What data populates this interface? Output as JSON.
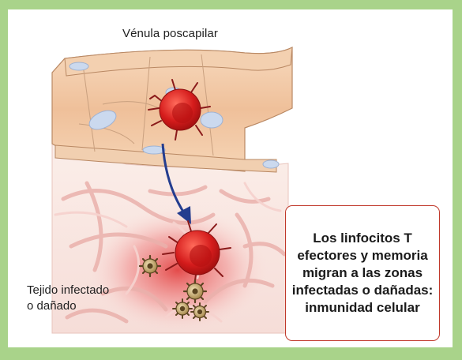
{
  "diagram": {
    "title": "Vénula poscapilar",
    "tissue_label": [
      "Tejido infectado",
      "o dañado"
    ],
    "callout_lines": [
      "Los linfocitos T",
      "efectores y memoria",
      "migran a las zonas",
      "infectadas o dañadas:",
      "inmunidad celular"
    ]
  },
  "colors": {
    "frame": "#a9d38a",
    "vessel": "#f1c7a3",
    "cell": "#cf1f1f",
    "arrow": "#243d8f",
    "callout_border": "#c0392b"
  }
}
